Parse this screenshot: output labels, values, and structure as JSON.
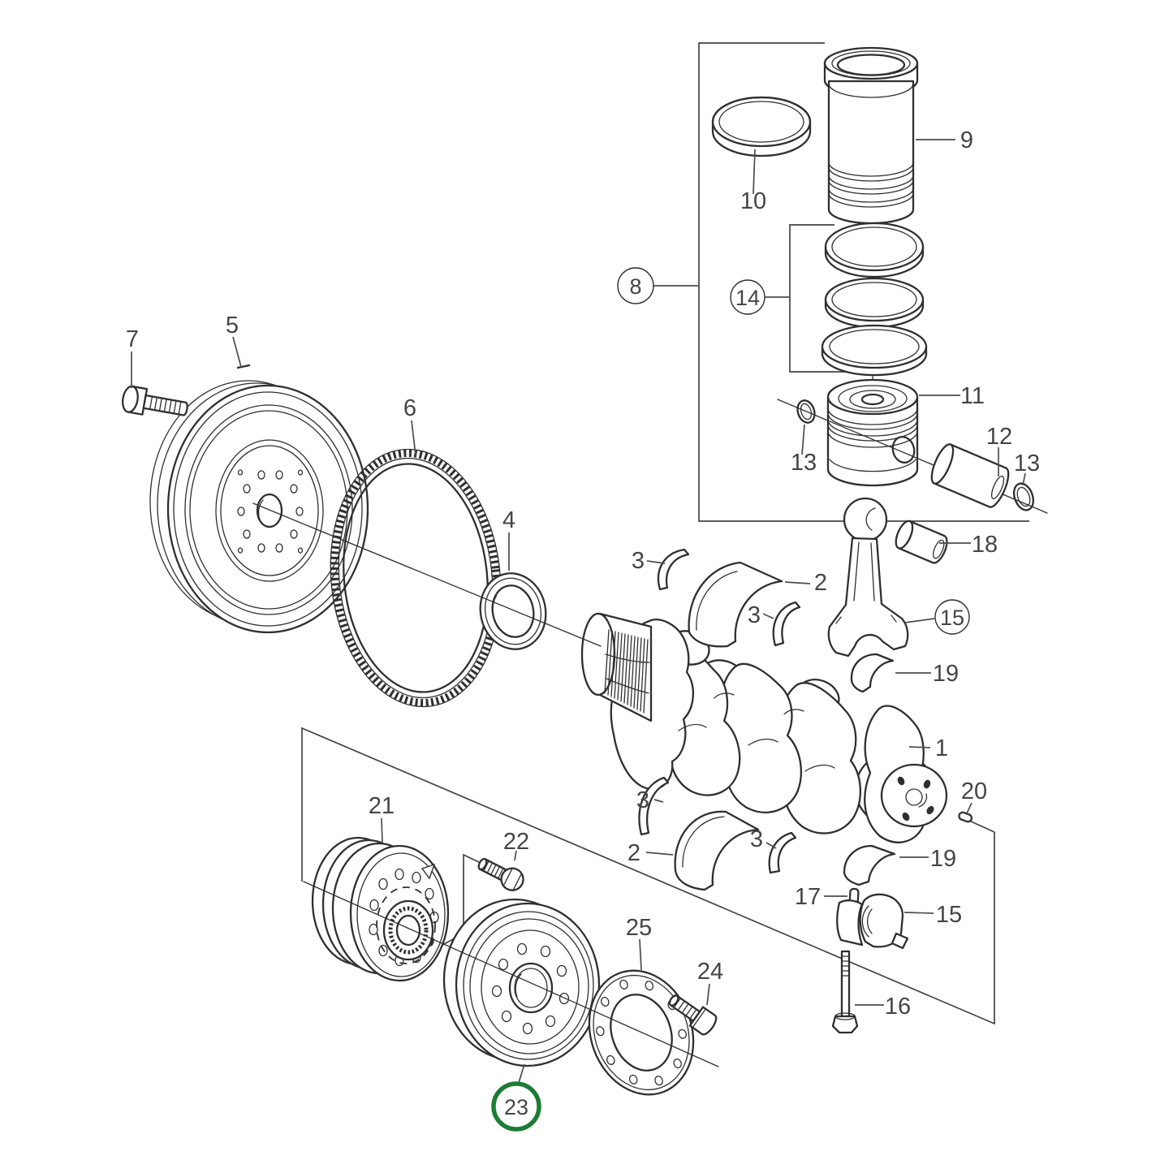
{
  "diagram": {
    "type": "exploded-parts-diagram",
    "subject": "engine crankshaft, piston, flywheel and pulley assembly",
    "background": "#ffffff",
    "line_color": "#2f2f2f",
    "label_color": "#454545",
    "highlight": {
      "number": "23",
      "ring_color": "#1c7c34"
    },
    "callouts": {
      "c8": "8",
      "c14": "14",
      "c15": "15"
    },
    "labels": {
      "n1": "1",
      "n2a": "2",
      "n2b": "2",
      "n3a": "3",
      "n3b": "3",
      "n3c": "3",
      "n3d": "3",
      "n4": "4",
      "n5": "5",
      "n6": "6",
      "n7": "7",
      "n9": "9",
      "n10": "10",
      "n11": "11",
      "n12": "12",
      "n13a": "13",
      "n13b": "13",
      "n15b": "15",
      "n16": "16",
      "n17": "17",
      "n18": "18",
      "n19a": "19",
      "n19b": "19",
      "n20": "20",
      "n21": "21",
      "n22": "22",
      "n24": "24",
      "n25": "25"
    }
  }
}
